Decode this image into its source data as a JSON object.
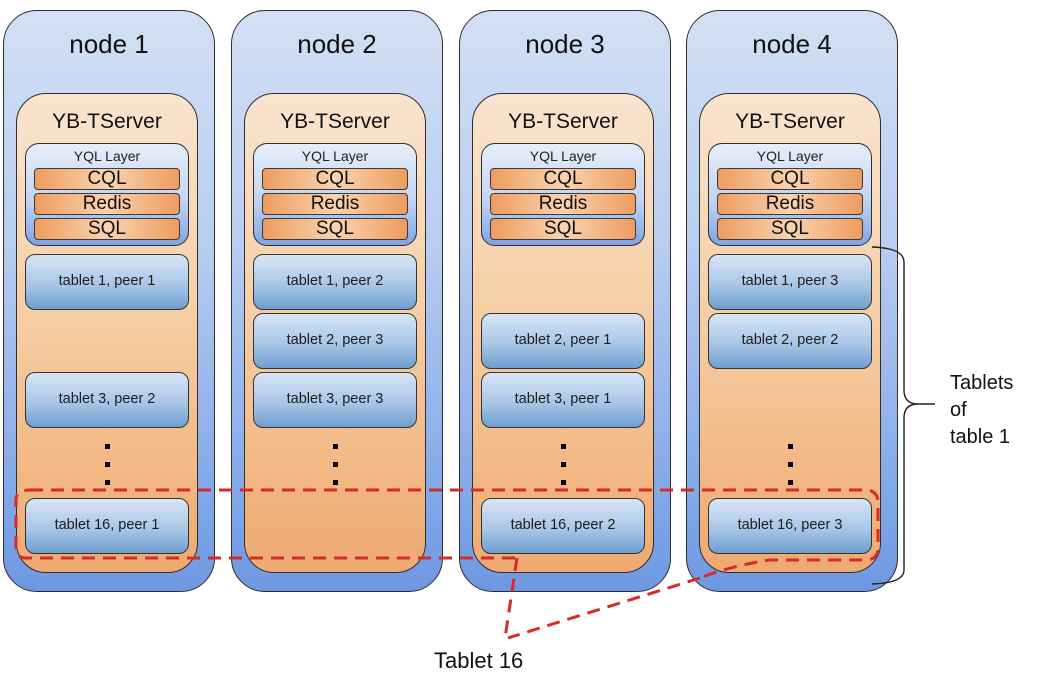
{
  "nodes": [
    {
      "title": "node 1",
      "server": "YB-TServer",
      "yql": {
        "title": "YQL Layer",
        "apis": [
          "CQL",
          "Redis",
          "SQL"
        ]
      },
      "tablets": [
        {
          "slot": 0,
          "label": "tablet 1, peer 1"
        },
        {
          "slot": 2,
          "label": "tablet 3, peer 2"
        },
        {
          "slot": 4,
          "label": "tablet 16, peer 1"
        }
      ]
    },
    {
      "title": "node 2",
      "server": "YB-TServer",
      "yql": {
        "title": "YQL Layer",
        "apis": [
          "CQL",
          "Redis",
          "SQL"
        ]
      },
      "tablets": [
        {
          "slot": 0,
          "label": "tablet 1, peer 2"
        },
        {
          "slot": 1,
          "label": "tablet 2, peer 3"
        },
        {
          "slot": 2,
          "label": "tablet 3, peer 3"
        }
      ]
    },
    {
      "title": "node 3",
      "server": "YB-TServer",
      "yql": {
        "title": "YQL Layer",
        "apis": [
          "CQL",
          "Redis",
          "SQL"
        ]
      },
      "tablets": [
        {
          "slot": 1,
          "label": "tablet 2, peer 1"
        },
        {
          "slot": 2,
          "label": "tablet 3, peer 1"
        },
        {
          "slot": 4,
          "label": "tablet 16, peer 2"
        }
      ]
    },
    {
      "title": "node 4",
      "server": "YB-TServer",
      "yql": {
        "title": "YQL Layer",
        "apis": [
          "CQL",
          "Redis",
          "SQL"
        ]
      },
      "tablets": [
        {
          "slot": 0,
          "label": "tablet 1, peer 3"
        },
        {
          "slot": 1,
          "label": "tablet 2, peer 2"
        },
        {
          "slot": 4,
          "label": "tablet 16, peer 3"
        }
      ]
    }
  ],
  "annotations": {
    "brace_label": [
      "Tablets",
      "of",
      "table 1"
    ],
    "tablet16_label": "Tablet 16"
  },
  "colors": {
    "highlight_dash": "#d42b2b"
  }
}
